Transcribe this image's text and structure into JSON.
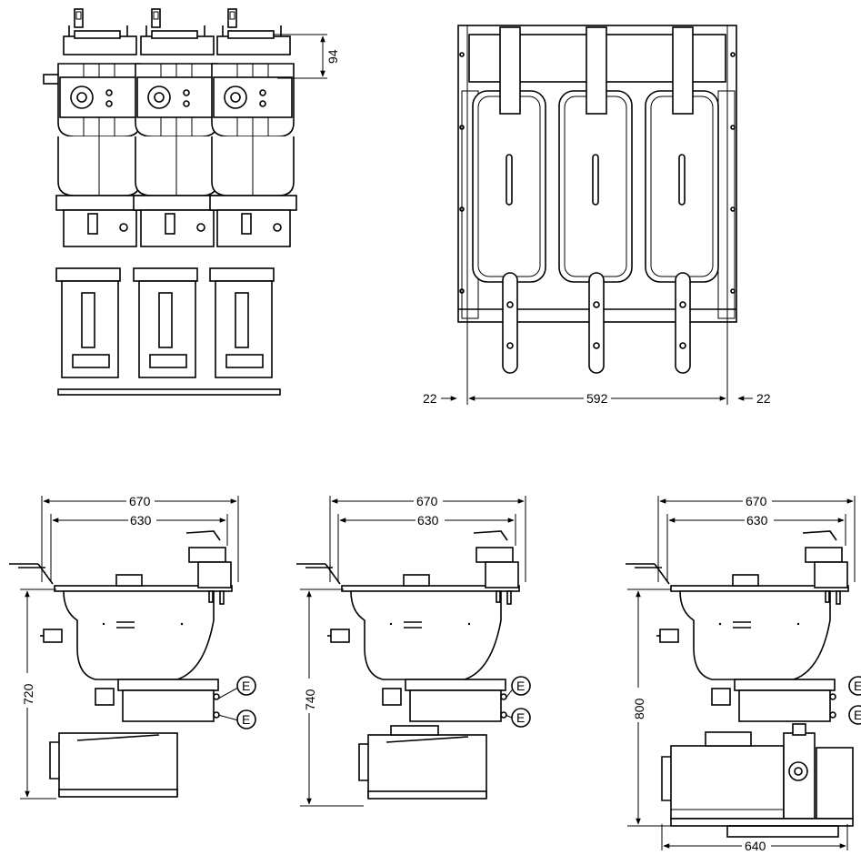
{
  "dimensions": {
    "height_94": "94",
    "side_left": "22",
    "width_592": "592",
    "side_right": "22",
    "v1_outer": "670",
    "v1_inner": "630",
    "v1_height": "720",
    "v2_outer": "670",
    "v2_inner": "630",
    "v2_height": "740",
    "v3_outer": "670",
    "v3_inner": "630",
    "v3_height": "800",
    "v3_base": "640"
  },
  "markers": {
    "e_label": "E"
  },
  "colors": {
    "line": "#000000",
    "background": "#ffffff"
  }
}
